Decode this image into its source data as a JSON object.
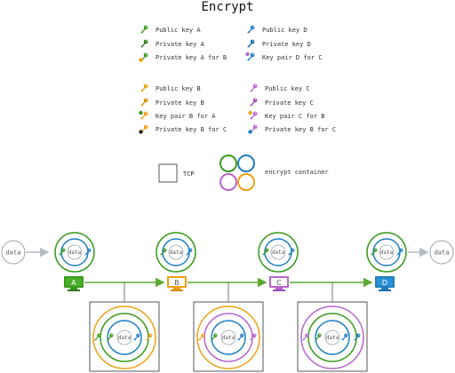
{
  "title": "Encrypt",
  "colors": {
    "green": "#3a9a1d",
    "blue": "#1e7fc2",
    "orange": "#f0a010",
    "purple": "#b765cf",
    "gray": "#9aa4aa",
    "green_arrow": "#5aa830"
  },
  "legend": {
    "col1": [
      {
        "label": "Public key A",
        "icon": "key-icon-green",
        "color": "#3a9a1d"
      },
      {
        "label": "Private key A",
        "icon": "key-icon-green-dark",
        "color": "#3a9a1d"
      },
      {
        "label": "Private key A for B",
        "icon": "key-icon-green-orange",
        "color": "#3a9a1d"
      }
    ],
    "col2": [
      {
        "label": "Public key D",
        "icon": "key-icon-blue",
        "color": "#1e7fc2"
      },
      {
        "label": "Private key D",
        "icon": "key-icon-blue-dark",
        "color": "#1e7fc2"
      },
      {
        "label": "Key pair D for C",
        "icon": "key-icon-blue-purple",
        "color": "#1e7fc2"
      }
    ],
    "col3": [
      {
        "label": "Public key B",
        "icon": "key-icon-orange",
        "color": "#f0a010"
      },
      {
        "label": "Private key B",
        "icon": "key-icon-orange-dark",
        "color": "#f0a010"
      },
      {
        "label": "Key pair B for A",
        "icon": "key-icon-orange-green",
        "color": "#f0a010"
      },
      {
        "label": "Private key B for C",
        "icon": "key-icon-orange-purple",
        "color": "#f0a010"
      }
    ],
    "col4": [
      {
        "label": "Public key C",
        "icon": "key-icon-purple",
        "color": "#b765cf"
      },
      {
        "label": "Private key C",
        "icon": "key-icon-purple-dark",
        "color": "#b765cf"
      },
      {
        "label": "Key pair C for B",
        "icon": "key-icon-purple-orange",
        "color": "#b765cf"
      },
      {
        "label": "Private key B for C",
        "icon": "key-icon-purple-blue",
        "color": "#b765cf"
      }
    ]
  },
  "tcp_label": "TCP",
  "container_label": "encrypt container",
  "data_label": "data",
  "nodes": [
    {
      "label": "A",
      "color": "#3a9a1d"
    },
    {
      "label": "B",
      "color": "#f0a010"
    },
    {
      "label": "C",
      "color": "#b765cf"
    },
    {
      "label": "D",
      "color": "#1e7fc2"
    }
  ]
}
